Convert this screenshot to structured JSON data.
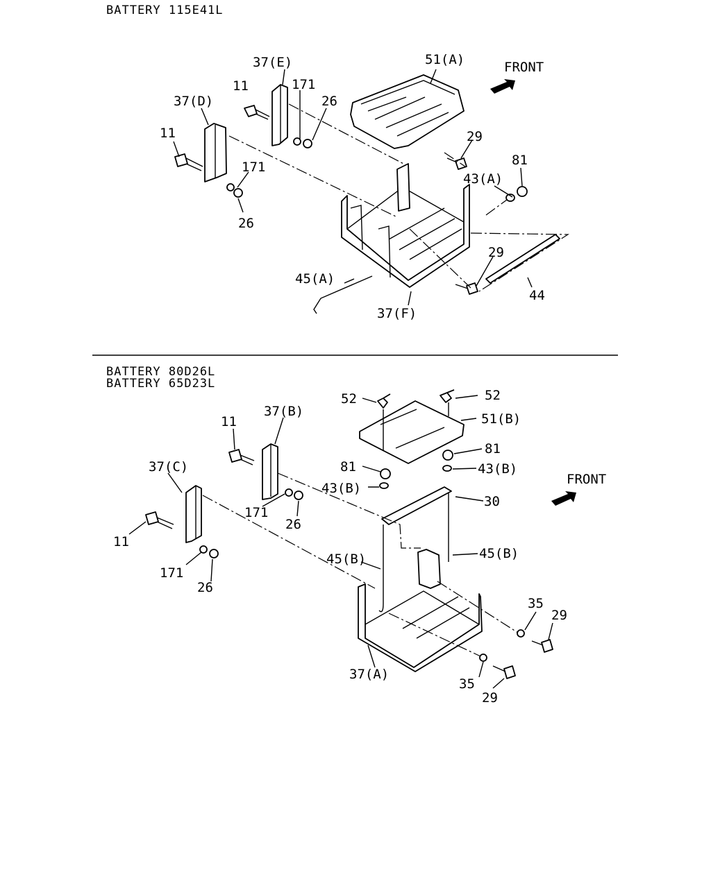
{
  "sections": [
    {
      "headers": [
        "BATTERY 115E41L"
      ],
      "front_label": "FRONT",
      "callouts": [
        "51(A)",
        "37(E)",
        "11",
        "171",
        "26",
        "37(D)",
        "11",
        "171",
        "26",
        "29",
        "81",
        "43(A)",
        "29",
        "45(A)",
        "37(F)",
        "44"
      ]
    },
    {
      "headers": [
        "BATTERY 80D26L",
        "BATTERY 65D23L"
      ],
      "front_label": "FRONT",
      "callouts": [
        "52",
        "52",
        "51(B)",
        "37(B)",
        "11",
        "81",
        "81",
        "43(B)",
        "43(B)",
        "30",
        "37(C)",
        "171",
        "26",
        "11",
        "45(B)",
        "45(B)",
        "171",
        "26",
        "35",
        "29",
        "37(A)",
        "35",
        "29"
      ]
    }
  ]
}
